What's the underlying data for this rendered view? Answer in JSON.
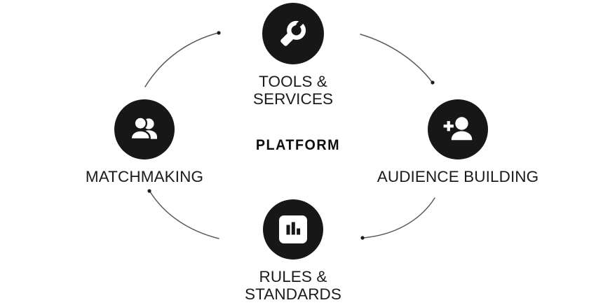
{
  "diagram": {
    "title": "Platform cycle diagram",
    "center_label": "PLATFORM",
    "background_color": "#ffffff",
    "disc_color": "#171717",
    "icon_color": "#ffffff",
    "text_color": "#1b1b1b",
    "arrow_color": "#5a5a5a",
    "nodes": [
      {
        "id": "tools",
        "label": "TOOLS &\nSERVICES",
        "icon": "wrench-icon",
        "position": "top"
      },
      {
        "id": "audience",
        "label": "AUDIENCE BUILDING",
        "icon": "person-add-icon",
        "position": "right"
      },
      {
        "id": "rules",
        "label": "RULES &\nSTANDARDS",
        "icon": "bar-chart-icon",
        "position": "bottom"
      },
      {
        "id": "matchmaking",
        "label": "MATCHMAKING",
        "icon": "two-people-icon",
        "position": "left"
      }
    ],
    "arrows": [
      {
        "id": "matchmaking-to-tools",
        "from": "matchmaking",
        "to": "tools"
      },
      {
        "id": "tools-to-audience",
        "from": "tools",
        "to": "audience"
      },
      {
        "id": "audience-to-rules",
        "from": "audience",
        "to": "rules"
      },
      {
        "id": "rules-to-matchmaking",
        "from": "rules",
        "to": "matchmaking"
      }
    ]
  }
}
